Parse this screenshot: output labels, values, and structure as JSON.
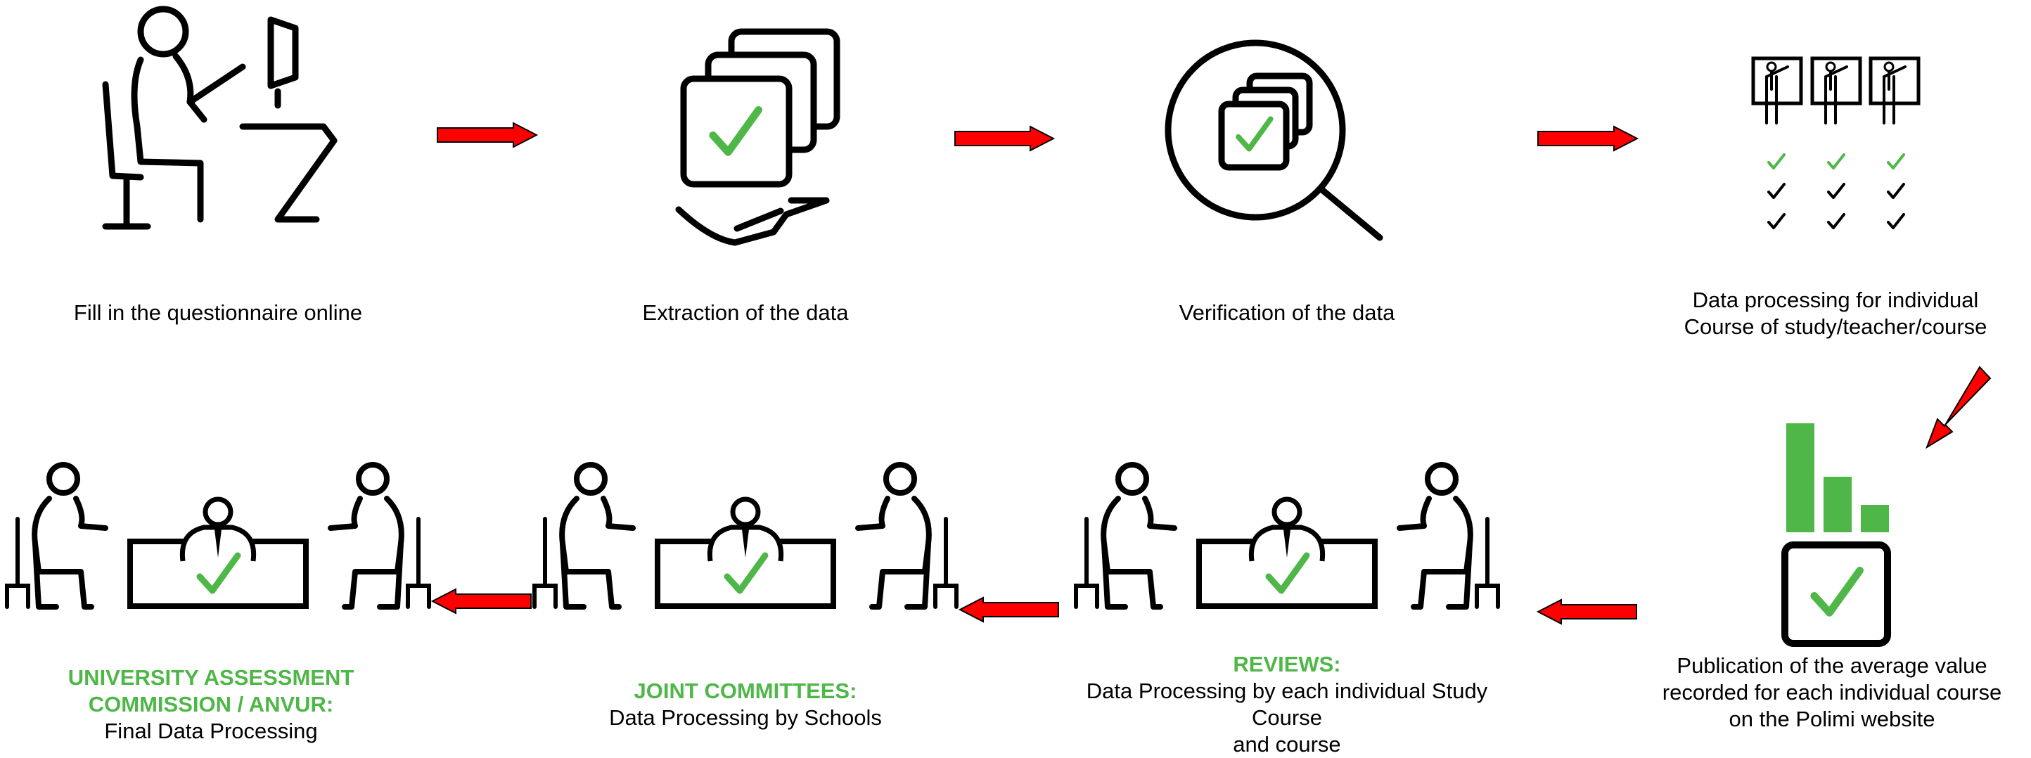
{
  "colors": {
    "accent": "#4fb748",
    "arrow": "#ff0000",
    "line": "#000000"
  },
  "steps": [
    {
      "icon": "person-at-computer-icon",
      "lines": [
        "Fill in the questionnaire online"
      ]
    },
    {
      "icon": "hand-holding-documents-icon",
      "lines": [
        "Extraction of the data"
      ]
    },
    {
      "icon": "magnifier-documents-icon",
      "lines": [
        "Verification of the data"
      ]
    },
    {
      "icon": "teachers-checklist-icon",
      "lines": [
        "Data processing for individual",
        "Course of study/teacher/course"
      ]
    },
    {
      "icon": "bar-chart-checkbox-icon",
      "lines": [
        "Publication of the average value",
        "recorded for each individual course",
        "on the Polimi website"
      ]
    },
    {
      "icon": "meeting-table-icon",
      "heading": "REVIEWS:",
      "lines": [
        "Data Processing by each individual Study",
        "Course",
        "and course"
      ]
    },
    {
      "icon": "meeting-table-icon",
      "heading": "JOINT COMMITTEES:",
      "lines": [
        "Data Processing by Schools"
      ]
    },
    {
      "icon": "meeting-table-icon",
      "heading_lines": [
        "UNIVERSITY ASSESSMENT",
        "COMMISSION / ANVUR:"
      ],
      "lines": [
        "Final Data Processing"
      ]
    }
  ]
}
